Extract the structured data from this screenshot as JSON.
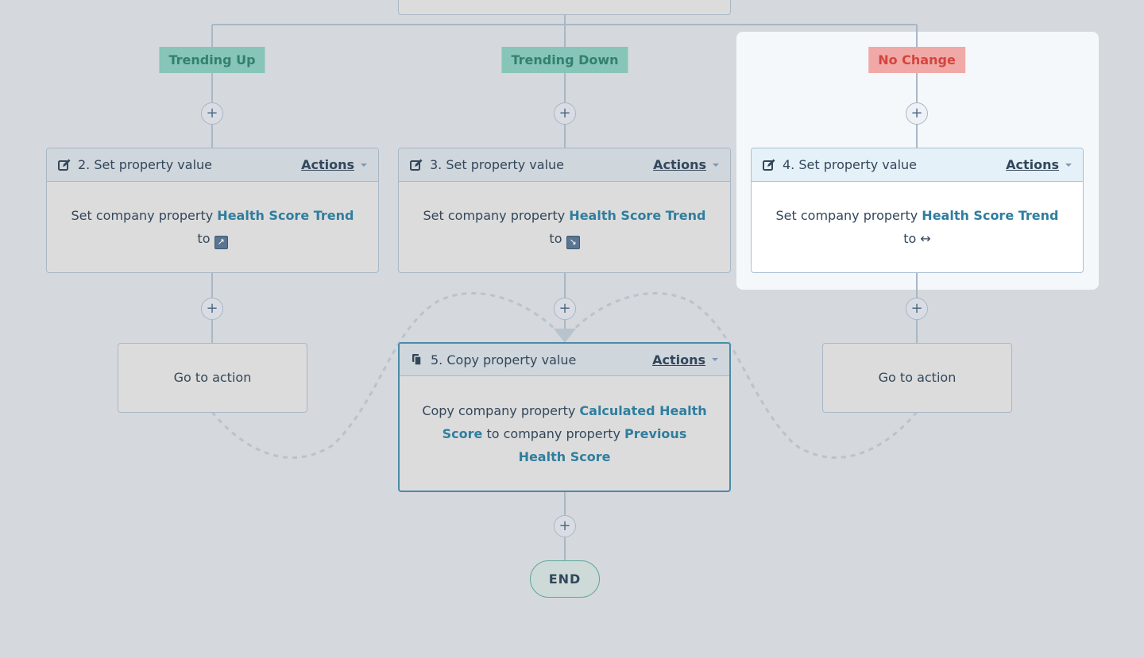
{
  "branches": {
    "up": "Trending Up",
    "down": "Trending Down",
    "none": "No Change"
  },
  "plus_symbol": "+",
  "cards": {
    "step2": {
      "title": "2. Set property value",
      "actions": "Actions",
      "text_prefix": "Set company property",
      "property": "Health Score Trend",
      "to": "to",
      "value_glyph": "↗",
      "value_icon": "arrow-up-right-icon"
    },
    "step3": {
      "title": "3. Set property value",
      "actions": "Actions",
      "text_prefix": "Set company property",
      "property": "Health Score Trend",
      "to": "to",
      "value_glyph": "↘",
      "value_icon": "arrow-down-right-icon"
    },
    "step4": {
      "title": "4. Set property value",
      "actions": "Actions",
      "text_prefix": "Set company property",
      "property": "Health Score Trend",
      "to": "to",
      "value": "↔"
    },
    "step5": {
      "title": "5. Copy property value",
      "actions": "Actions",
      "text_prefix": "Copy company property",
      "source_property": "Calculated Health Score",
      "middle": "to company property",
      "target_property": "Previous Health Score"
    }
  },
  "goto_left": "Go to action",
  "goto_right": "Go to action",
  "end_label": "END",
  "colors": {
    "canvas": "#d5d8dc",
    "tag_green": "#86c5b8",
    "tag_red": "#f0a9a6",
    "link": "#2f7e9e",
    "connector": "#a9b7c5"
  }
}
